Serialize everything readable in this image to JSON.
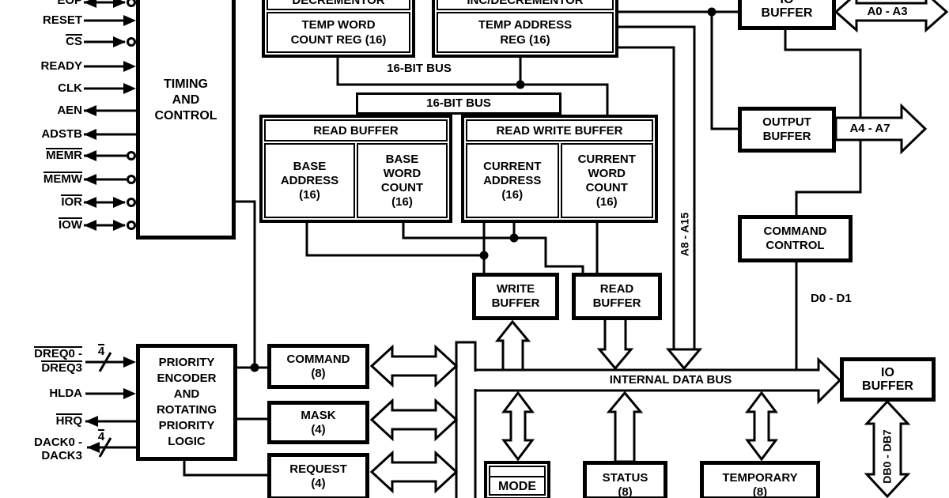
{
  "signals": {
    "eop": "EOP",
    "reset": "RESET",
    "cs": "CS",
    "ready": "READY",
    "clk": "CLK",
    "aen": "AEN",
    "adstb": "ADSTB",
    "memr": "MEMR",
    "memw": "MEMW",
    "ior": "IOR",
    "iow": "IOW",
    "dreq_line1": "DREQ0 -",
    "dreq_line2": "DREQ3",
    "dreq_width": "4",
    "hlda": "HLDA",
    "hrq": "HRQ",
    "dack_line1": "DACK0 -",
    "dack_line2": "DACK3",
    "dack_width": "4"
  },
  "blocks": {
    "timing_control": "TIMING\nAND\nCONTROL",
    "decrementor": "DECREMENTOR",
    "temp_word_count_reg": "TEMP WORD\nCOUNT REG (16)",
    "inc_decrementor": "INC/DECREMENTOR",
    "temp_address_reg": "TEMP ADDRESS\nREG (16)",
    "read_buffer_title": "READ BUFFER",
    "base_address": "BASE\nADDRESS\n(16)",
    "base_word_count": "BASE\nWORD\nCOUNT\n(16)",
    "read_write_buffer_title": "READ WRITE BUFFER",
    "current_address": "CURRENT\nADDRESS\n(16)",
    "current_word_count": "CURRENT\nWORD\nCOUNT\n(16)",
    "io_buffer_top": "IO\nBUFFER",
    "output_buffer": "OUTPUT\nBUFFER",
    "command_control": "COMMAND\nCONTROL",
    "write_buffer": "WRITE\nBUFFER",
    "read_buffer_small": "READ\nBUFFER",
    "priority_logic": "PRIORITY\nENCODER\nAND\nROTATING\nPRIORITY\nLOGIC",
    "command_reg": "COMMAND\n(8)",
    "mask_reg": "MASK\n(4)",
    "request_reg": "REQUEST\n(4)",
    "mode_reg": "MODE",
    "status_reg": "STATUS\n(8)",
    "temporary_reg": "TEMPORARY\n(8)",
    "io_buffer_bottom": "IO\nBUFFER"
  },
  "buses": {
    "bus16_wire_label": "16-BIT BUS",
    "bus16_box_label": "16-BIT BUS",
    "internal_data_bus": "INTERNAL DATA BUS",
    "a0_a3": "A0 - A3",
    "a4_a7": "A4 - A7",
    "a8_a15": "A8 - A15",
    "d0_d1": "D0 - D1",
    "db0_db7": "DB0 - DB7"
  },
  "colors": {
    "ink": "#000000",
    "background": "#ffffff"
  }
}
